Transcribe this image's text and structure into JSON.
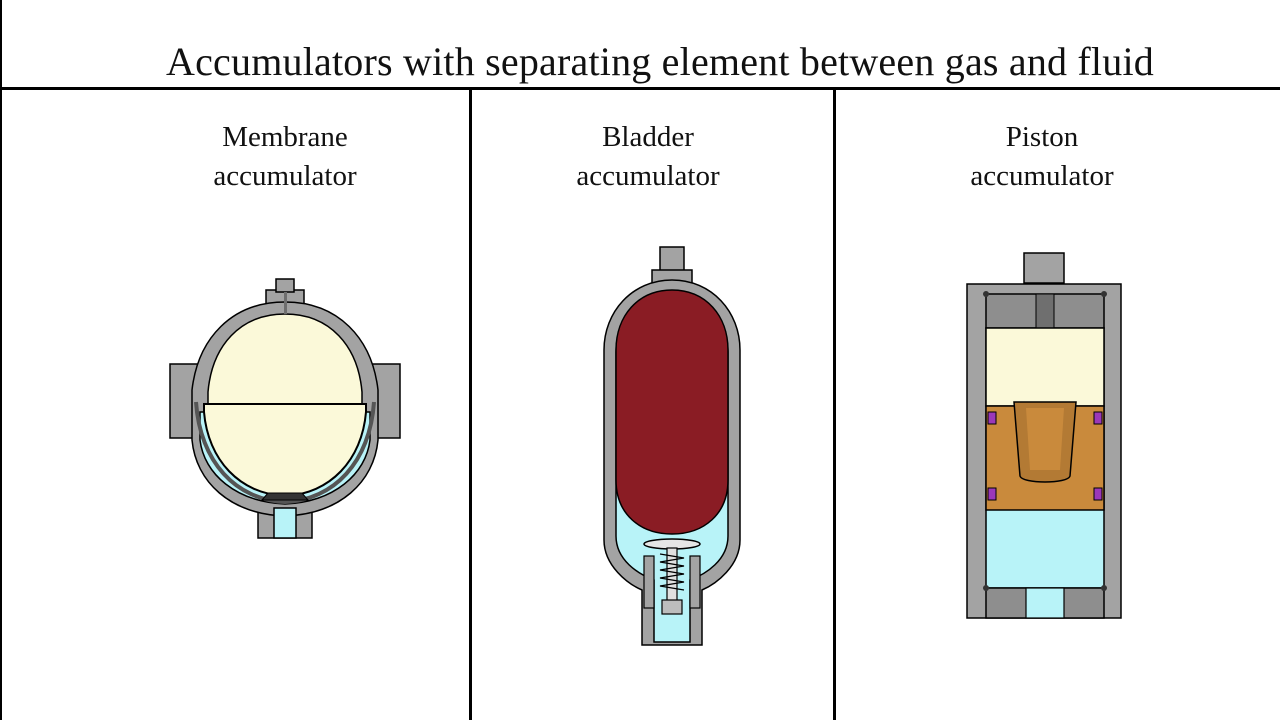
{
  "title": "Accumulators with separating element between gas and fluid",
  "columns": [
    {
      "line1": "Membrane",
      "line2": "accumulator"
    },
    {
      "line1": "Bladder",
      "line2": "accumulator"
    },
    {
      "line1": "Piston",
      "line2": "accumulator"
    }
  ],
  "colors": {
    "housing": "#a3a3a3",
    "housing_dark": "#6f6f6f",
    "gas": "#fbf9d9",
    "fluid": "#b8f3f8",
    "bladder": "#8a1c24",
    "piston": "#c98a3c",
    "seal": "#9b38b8",
    "divider": "#000000"
  }
}
